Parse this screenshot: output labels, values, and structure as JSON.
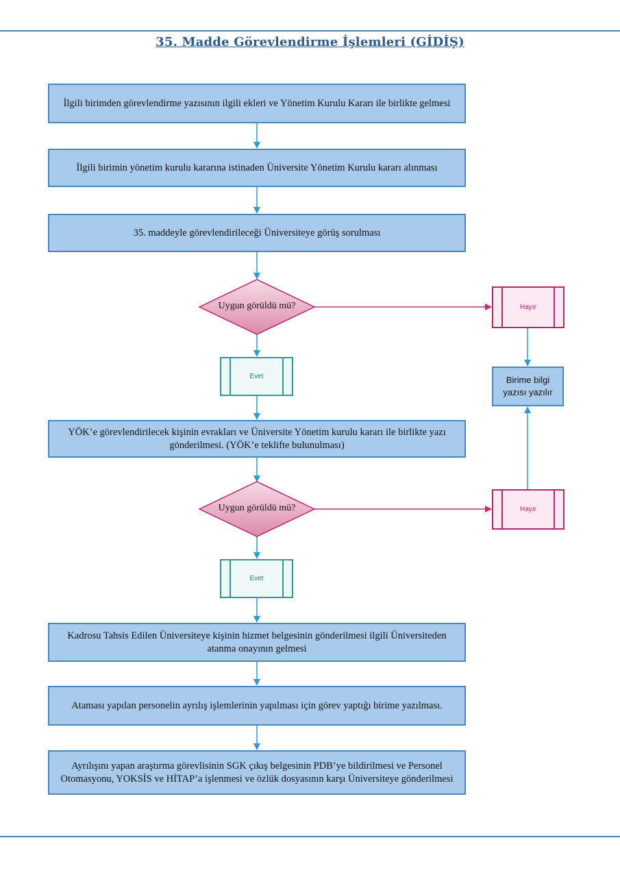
{
  "page": {
    "title": "35. Madde Görevlendirme İşlemleri (GİDİŞ)"
  },
  "steps": {
    "s1": "İlgili birimden görevlendirme yazısının ilgili ekleri ve Yönetim Kurulu Kararı ile birlikte gelmesi",
    "s2": "İlgili birimin yönetim kurulu kararına istinaden Üniversite Yönetim Kurulu kararı alınması",
    "s3": "35. maddeyle görevlendirileceği Üniversiteye görüş sorulması",
    "s4": "YÖK’e görevlendirilecek kişinin evrakları ve Üniversite Yönetim kurulu kararı ile birlikte yazı gönderilmesi. (YÖK’e teklifte bulunulması)",
    "s5": "Kadrosu Tahsis Edilen Üniversiteye kişinin hizmet belgesinin gönderilmesi ilgili Üniversiteden atanma onayının gelmesi",
    "s6": "Ataması yapılan personelin ayrılış işlemlerinin yapılması için görev yaptığı birime yazılması.",
    "s7": "Ayrılışını yapan araştırma görevlisinin SGK çıkış belgesinin PDB’ye bildirilmesi ve Personel Otomasyonu, YOKSİS ve HİTAP’a işlenmesi ve özlük dosyasının karşı Üniversiteye gönderilmesi",
    "side": "Birime bilgi yazısı yazılır"
  },
  "decisions": {
    "d1": "Uygun görüldü mü?",
    "d2": "Uygun görüldü mü?"
  },
  "outcomes": {
    "yes1": "Evet",
    "no1": "Hayır",
    "yes2": "Evet",
    "no2": "Hayır"
  },
  "colors": {
    "process_fill": "#a8cbeb",
    "process_border": "#4a87c0",
    "arrow": "#2e9bd6",
    "decision_fill": "#e8a5bf",
    "decision_border": "#b8256a",
    "yes_border": "#2a9c92",
    "no_border": "#b8256a",
    "title": "#2a5b8c"
  }
}
